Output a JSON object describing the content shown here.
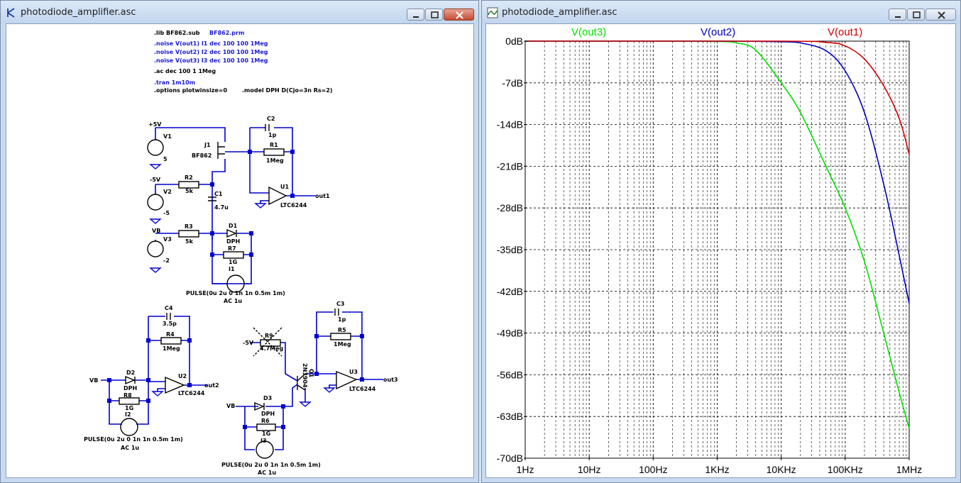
{
  "schematic_window": {
    "title": "photodiode_amplifier.asc",
    "directives": [
      ".lib BF862.sub",
      "BF862.prm",
      ".noise V(out1) I1 dec 100 100 1Meg",
      ".noise V(out2) I2 dec 100 100 1Meg",
      ".noise V(out3) I3 dec 100 100 1Meg",
      ".ac dec 100 1 1Meg",
      ".tran 1m10m",
      ".options plotwinsize=0",
      ".model DPH D(Cjo=3n Rs=2)"
    ],
    "labels": {
      "plus5v": "+5V",
      "minus5v": "-5V",
      "vb": "VB",
      "v1": "V1",
      "v1_val": "5",
      "v2": "V2",
      "v2_val": "-5",
      "v3": "V3",
      "v3_val": "-2",
      "j1": "J1",
      "j1_model": "BF862",
      "c1": "C1",
      "c1_val": "4.7u",
      "c2": "C2",
      "c2_val": "1p",
      "c3": "C3",
      "c3_val": "1p",
      "c4": "C4",
      "c4_val": "3.5p",
      "r1": "R1",
      "r1_val": "1Meg",
      "r2": "R2",
      "r2_val": "5k",
      "r3": "R3",
      "r3_val": "5k",
      "r4": "R4",
      "r4_val": "1Meg",
      "r5": "R5",
      "r5_val": "1Meg",
      "r6": "R6",
      "r6_val": "1G",
      "r7": "R7",
      "r7_val": "1G",
      "r8": "R8",
      "r8_val": "1G",
      "r9": "R9",
      "r9_val": "4.7Meg",
      "d1": "D1",
      "d2": "D2",
      "d3": "D3",
      "dph": "DPH",
      "u1": "U1",
      "u2": "U2",
      "u3": "U3",
      "ltc": "LTC6244",
      "q1": "Q1",
      "q1_model": "2N3904",
      "i1": "I1",
      "i2": "I2",
      "i3": "I3",
      "pulse": "PULSE(0u 2u 0 1n 1n 0.5m 1m)",
      "ac": "AC 1u",
      "out1": "out1",
      "out2": "out2",
      "out3": "out3"
    }
  },
  "plot_window": {
    "title": "photodiode_amplifier.asc",
    "chart_data": {
      "type": "line",
      "x_scale": "log",
      "xlim": [
        1,
        1000000
      ],
      "ylim": [
        -70,
        0
      ],
      "grid": true,
      "x_ticks": [
        "1Hz",
        "10Hz",
        "100Hz",
        "1KHz",
        "10KHz",
        "100KHz",
        "1MHz"
      ],
      "y_ticks": [
        "0dB",
        "-7dB",
        "-14dB",
        "-21dB",
        "-28dB",
        "-35dB",
        "-42dB",
        "-49dB",
        "-56dB",
        "-63dB",
        "-70dB"
      ],
      "series": [
        {
          "name": "V(out3)",
          "color": "#00e000",
          "x": [
            1,
            100,
            1000,
            2000,
            4000,
            10000,
            20000,
            50000,
            100000,
            200000,
            400000,
            700000,
            1000000
          ],
          "y": [
            0,
            0,
            -0.05,
            -0.3,
            -1.5,
            -7,
            -12,
            -21,
            -28,
            -37,
            -49,
            -59,
            -65
          ]
        },
        {
          "name": "V(out2)",
          "color": "#0000c0",
          "x": [
            1,
            1000,
            10000,
            20000,
            50000,
            100000,
            200000,
            400000,
            700000,
            1000000
          ],
          "y": [
            0,
            0,
            -0.1,
            -0.3,
            -1.6,
            -5,
            -12,
            -24,
            -36,
            -44
          ]
        },
        {
          "name": "V(out1)",
          "color": "#d00000",
          "x": [
            1,
            10000,
            50000,
            100000,
            200000,
            400000,
            700000,
            1000000
          ],
          "y": [
            0,
            0,
            -0.2,
            -0.8,
            -3,
            -7.5,
            -13,
            -19
          ]
        }
      ]
    }
  }
}
